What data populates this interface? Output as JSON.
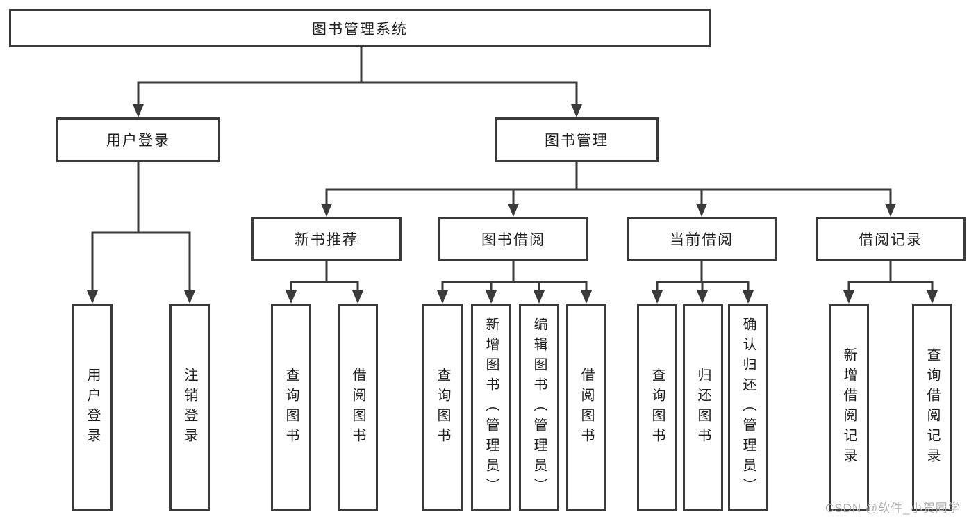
{
  "diagram": {
    "title": "图书管理系统",
    "root": {
      "label": "图书管理系统"
    },
    "level2": [
      {
        "label": "用户登录"
      },
      {
        "label": "图书管理"
      }
    ],
    "level3": [
      {
        "label": "新书推荐"
      },
      {
        "label": "图书借阅"
      },
      {
        "label": "当前借阅"
      },
      {
        "label": "借阅记录"
      }
    ],
    "leaves": {
      "user_login": [
        "用户登录",
        "注销登录"
      ],
      "new_books": [
        "查询图书",
        "借阅图书"
      ],
      "book_borrow": [
        "查询图书",
        "新增图书（管理员）",
        "编辑图书（管理员）",
        "借阅图书"
      ],
      "current_borrow": [
        "查询图书",
        "归还图书",
        "确认归还（管理员）"
      ],
      "borrow_records": [
        "新增借阅记录",
        "查询借阅记录"
      ]
    }
  },
  "watermark": "CSDN @软件_小贺同学",
  "colors": {
    "line": "#3a3a3a",
    "text": "#1e1e1e",
    "watermark": "#b0b0b0",
    "background": "#ffffff"
  }
}
